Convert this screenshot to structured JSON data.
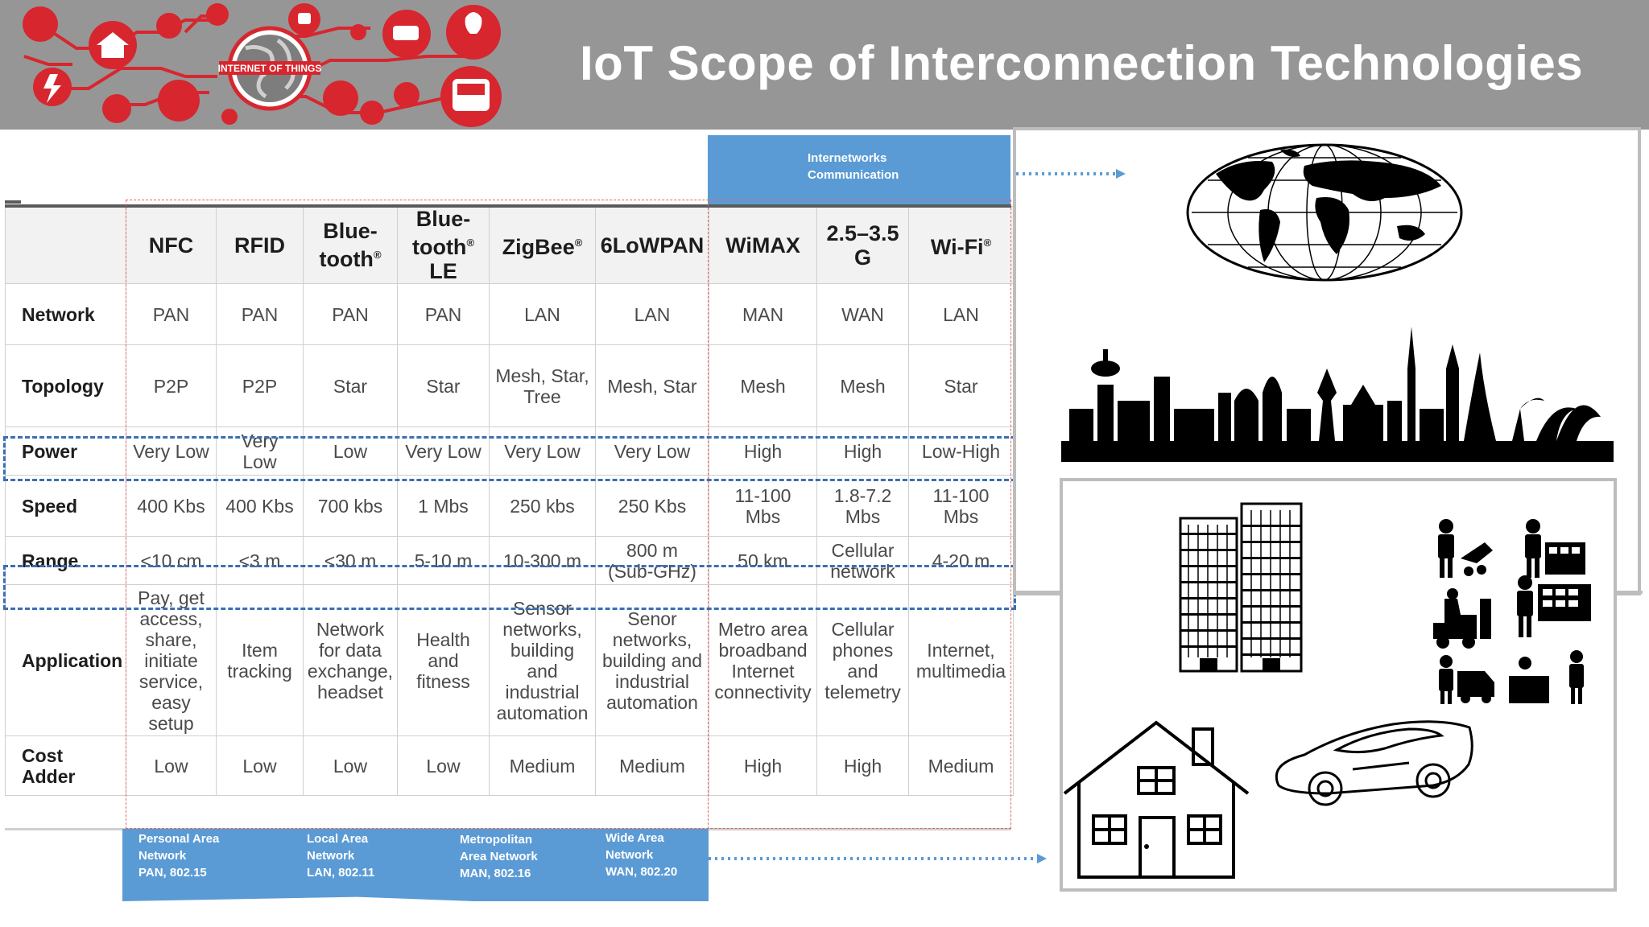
{
  "title": "IoT Scope of Interconnection Technologies",
  "logo_text": "INTERNET OF THINGS",
  "internetworks_label": [
    "Internetworks",
    "Communication"
  ],
  "table": {
    "columns": [
      {
        "name": "NFC",
        "sup": ""
      },
      {
        "name": "RFID",
        "sup": ""
      },
      {
        "name": "Blue-\ntooth",
        "sup": "®"
      },
      {
        "name": "Blue-\ntooth",
        "sup": "®",
        "suffix": "\nLE"
      },
      {
        "name": "ZigBee",
        "sup": "®"
      },
      {
        "name": "6LoWPAN",
        "sup": ""
      },
      {
        "name": "WiMAX",
        "sup": ""
      },
      {
        "name": "2.5–3.5\nG",
        "sup": ""
      },
      {
        "name": "Wi-Fi",
        "sup": "®"
      }
    ],
    "rows": [
      {
        "label": "Network",
        "cells": [
          "PAN",
          "PAN",
          "PAN",
          "PAN",
          "LAN",
          "LAN",
          "MAN",
          "WAN",
          "LAN"
        ]
      },
      {
        "label": "Topology",
        "cells": [
          "P2P",
          "P2P",
          "Star",
          "Star",
          "Mesh, Star,\nTree",
          "Mesh, Star",
          "Mesh",
          "Mesh",
          "Star"
        ]
      },
      {
        "label": "Power",
        "cells": [
          "Very Low",
          "Very\nLow",
          "Low",
          "Very Low",
          "Very Low",
          "Very Low",
          "High",
          "High",
          "Low-High"
        ]
      },
      {
        "label": "Speed",
        "cells": [
          "400 Kbs",
          "400 Kbs",
          "700 kbs",
          "1 Mbs",
          "250 kbs",
          "250 Kbs",
          "11-100\nMbs",
          "1.8-7.2\nMbs",
          "11-100\nMbs"
        ]
      },
      {
        "label": "Range",
        "cells": [
          "<10 cm",
          "<3 m",
          "<30 m",
          "5-10 m",
          "10-300 m",
          "800 m\n(Sub-GHz)",
          "50 km",
          "Cellular\nnetwork",
          "4-20 m"
        ]
      },
      {
        "label": "Application",
        "cells": [
          "Pay, get\naccess,\nshare,\ninitiate\nservice,\neasy\nsetup",
          "Item\ntracking",
          "Network\nfor data\nexchange,\nheadset",
          "Health\nand\nfitness",
          "Sensor\nnetworks,\nbuilding\nand\nindustrial\nautomation",
          "Senor\nnetworks,\nbuilding and\nindustrial\nautomation",
          "Metro area\nbroadband\nInternet\nconnectivity",
          "Cellular\nphones\nand\ntelemetry",
          "Internet,\nmultimedia"
        ]
      },
      {
        "label": "Cost\nAdder",
        "cells": [
          "Low",
          "Low",
          "Low",
          "Low",
          "Medium",
          "Medium",
          "High",
          "High",
          "Medium"
        ]
      }
    ]
  },
  "bands": [
    {
      "lines": [
        "Personal Area",
        "Network",
        "PAN, 802.15"
      ]
    },
    {
      "lines": [
        "Local Area",
        "Network",
        "LAN, 802.11"
      ]
    },
    {
      "lines": [
        "Metropolitan",
        "Area Network",
        "MAN, 802.16"
      ]
    },
    {
      "lines": [
        "Wide Area",
        "Network",
        "WAN, 802.20"
      ]
    }
  ],
  "colors": {
    "header_bg": "#969696",
    "logo_red": "#d7262e",
    "accent_blue": "#5b9bd5",
    "dash_blue": "#3b6fb0",
    "dash_red": "#e06666"
  },
  "icons": [
    "globe-map-icon",
    "city-skyline-icon",
    "skyscraper-icon",
    "workers-icon",
    "house-icon",
    "sports-car-icon"
  ]
}
